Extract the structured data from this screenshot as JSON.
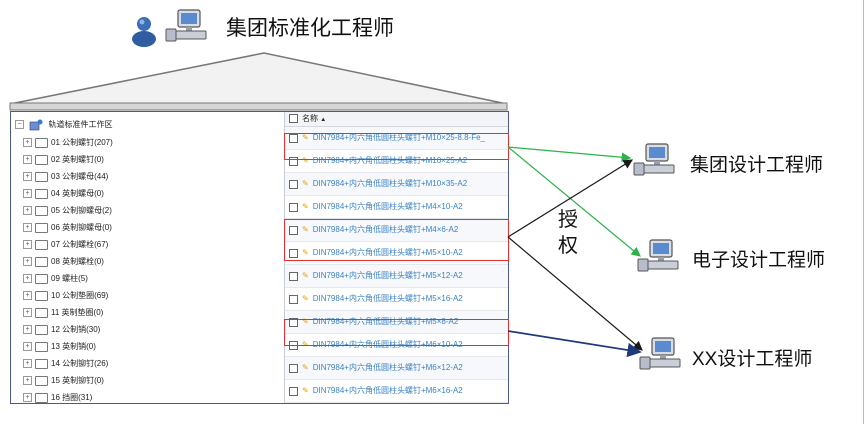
{
  "top": {
    "title": "集团标准化工程师",
    "icons": [
      "user-icon",
      "computer-icon"
    ]
  },
  "tree": {
    "root_label": "轨道标准件工作区",
    "items": [
      "01 公制螺钉(207)",
      "02 英制螺钉(0)",
      "03 公制螺母(44)",
      "04 英制螺母(0)",
      "05 公制铆螺母(2)",
      "06 英制铆螺母(0)",
      "07 公制螺栓(67)",
      "08 英制螺栓(0)",
      "09 螺柱(5)",
      "10 公制垫圈(69)",
      "11 英制垫圈(0)",
      "12 公制销(30)",
      "13 英制销(0)",
      "14 公制铆钉(26)",
      "15 英制铆钉(0)",
      "16 挡圈(31)"
    ]
  },
  "list": {
    "header": "名称",
    "sort_indicator": "▲",
    "rows": [
      "DIN7984+内六角低圆柱头螺钉+M10×25-8.8-Fe_",
      "DIN7984+内六角低圆柱头螺钉+M10×25-A2",
      "DIN7984+内六角低圆柱头螺钉+M10×35-A2",
      "DIN7984+内六角低圆柱头螺钉+M4×10-A2",
      "DIN7984+内六角低圆柱头螺钉+M4×6-A2",
      "DIN7984+内六角低圆柱头螺钉+M5×10-A2",
      "DIN7984+内六角低圆柱头螺钉+M5×12-A2",
      "DIN7984+内六角低圆柱头螺钉+M5×16-A2",
      "DIN7984+内六角低圆柱头螺钉+M5×8-A2",
      "DIN7984+内六角低圆柱头螺钉+M6×10-A2",
      "DIN7984+内六角低圆柱头螺钉+M6×12-A2",
      "DIN7984+内六角低圆柱头螺钉+M6×16-A2"
    ]
  },
  "grant_label": "授权",
  "engineers": [
    {
      "label": "集团设计工程师",
      "arrow_color": "#1a1a1a"
    },
    {
      "label": "电子设计工程师",
      "arrow_color": "#2bb34a"
    },
    {
      "label": "XX设计工程师",
      "arrow_color": "#1f3a7a"
    }
  ],
  "colors": {
    "highlight": "#e23030",
    "link_text": "#3b82c4",
    "panel_border": "#4a5a8a"
  }
}
